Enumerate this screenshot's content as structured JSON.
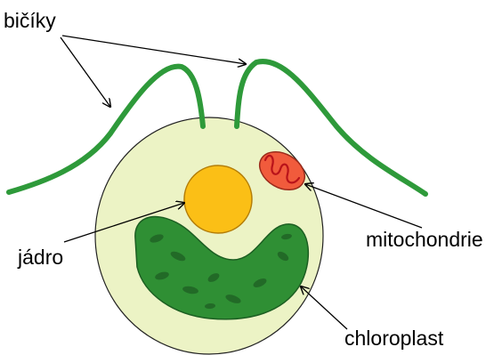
{
  "labels": {
    "flagella": "bičíky",
    "nucleus": "jádro",
    "mitochondrion": "mitochondrie",
    "chloroplast": "chloroplast"
  },
  "colors": {
    "cytoplasm": "#ecf3c5",
    "flagella": "#2e9a3a",
    "nucleus": "#fbbf16",
    "mitochondrion": "#f15b3c",
    "chloroplast": "#2f8f34",
    "pointer": "#000000"
  }
}
